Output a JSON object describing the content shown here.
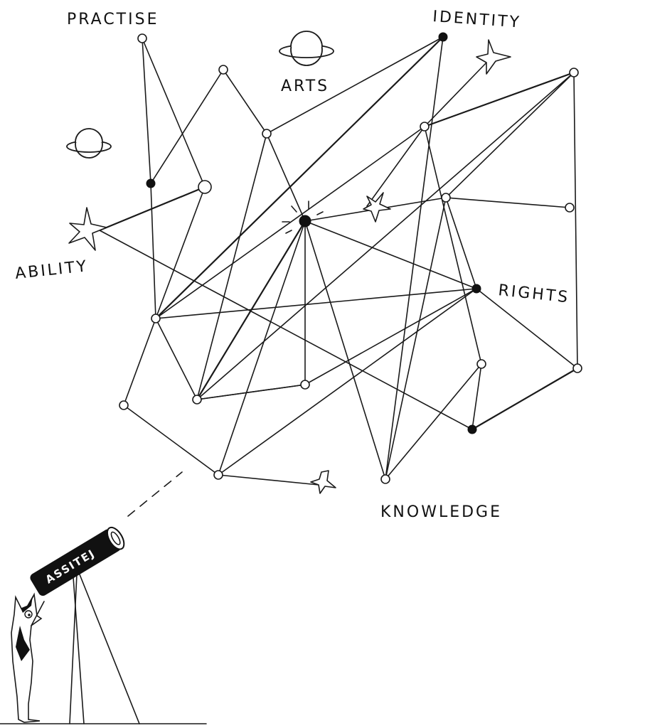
{
  "labels": {
    "practise": "PRACTISE",
    "identity": "IDENTITY",
    "arts": "ARTS",
    "ability": "ABILITY",
    "rights": "RIGHTS",
    "knowledge": "KNOWLEDGE"
  },
  "telescope": {
    "brand": "ASSITEJ"
  },
  "colors": {
    "ink": "#111111",
    "paper": "#ffffff"
  }
}
